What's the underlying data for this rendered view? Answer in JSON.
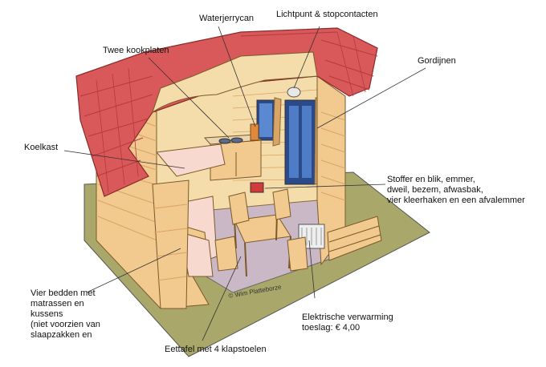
{
  "labels": {
    "waterjerrycan": "Waterjerrycan",
    "lichtpunt": "Lichtpunt & stopcontacten",
    "kookplaten": "Twee kookplaten",
    "gordijnen": "Gordijnen",
    "koelkast": "Koelkast",
    "stoffer": "Stoffer en blik, emmer,\ndweil, bezem, afwasbak,\nvier kleerhaken en een afvalemmer",
    "bedden": "Vier bedden met\nmatrassen en\nkussens\n(niet voorzien van\nslaapzakken en",
    "verwarming": "Elektrische verwarming\ntoeslag: € 4,00",
    "eettafel": "Eettafel met 4 klapstoelen"
  },
  "copyright": "© Wim Platteborze",
  "colors": {
    "roof": "#d9585a",
    "roof_dark": "#b53a3e",
    "wood": "#f2c98e",
    "wood_dark": "#d9a464",
    "wood_inner": "#f5dcab",
    "floor": "#c9b5c2",
    "ground": "#a9a86a",
    "blue": "#2b4a8a"
  }
}
